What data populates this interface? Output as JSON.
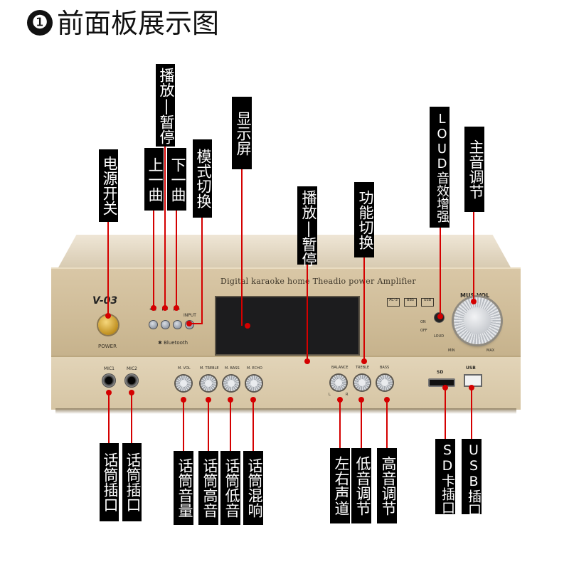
{
  "title": {
    "number": "❶",
    "text": "前面板展示图"
  },
  "device": {
    "title": "Digital karaoke home Theadio power Amplifier",
    "model": "V-03",
    "power_label": "POWER",
    "bluetooth_label": "Bluetooth",
    "buttons": [
      "◀◀",
      "▶II",
      "▶▶",
      "INPUT"
    ],
    "mode_boxes": [
      "AC-3",
      "BBS",
      "USB"
    ],
    "mic_jacks": [
      "MIC1",
      "MIC2"
    ],
    "mic_knobs": [
      "M. VOL",
      "M. TREBLE",
      "M. BASS",
      "M. ECHO"
    ],
    "tone_knobs": [
      "BALANCE",
      "TREBLE",
      "BASS"
    ],
    "master_label": "MUS.VOL",
    "scale": {
      "min": "MIN",
      "max": "MAX",
      "left": "L",
      "right": "R"
    },
    "loud_states": {
      "on": "ON",
      "off": "OFF",
      "label": "LOUD"
    },
    "ports": {
      "sd": "SD",
      "usb": "USB"
    }
  },
  "callouts": {
    "power_switch": "电源开关",
    "play_pause_top": "播放|暂停",
    "prev_track": "上一曲",
    "next_track": "下一曲",
    "mode_switch": "模式切换",
    "display": "显示屏",
    "play_pause_mid": "播放|暂停",
    "function_switch": "功能切换",
    "loud_effect": "LOUD音效增强",
    "master_volume": "主音调节",
    "mic_jack_1": "话筒插口",
    "mic_jack_2": "话筒插口",
    "mic_volume": "话筒音量",
    "mic_treble": "话筒高音",
    "mic_bass": "话筒低音",
    "mic_echo": "话筒混响",
    "balance": "左右声道",
    "bass": "低音调节",
    "treble": "高音调节",
    "sd_slot": "SD卡插口",
    "usb_port": "USB插口"
  },
  "colors": {
    "panel": "#d6c5a4",
    "callout_bg": "#000000",
    "leader": "#d40000"
  }
}
